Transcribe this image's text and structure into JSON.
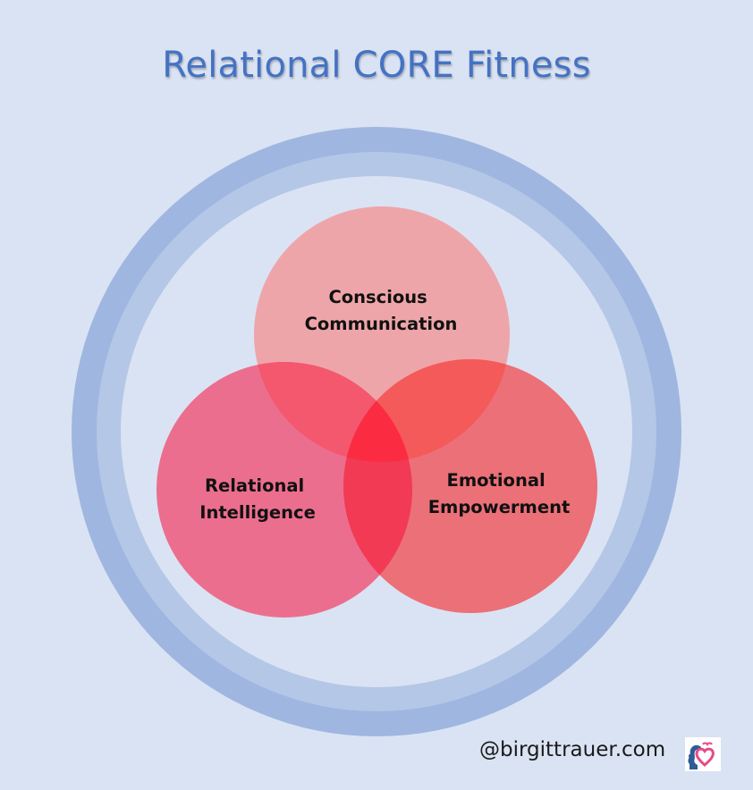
{
  "title": "Relational CORE Fitness",
  "circles": [
    {
      "id": "top",
      "label_lines": [
        "Conscious",
        "Communication"
      ],
      "color": "#eea5a9"
    },
    {
      "id": "left",
      "label_lines": [
        "Relational",
        "Intelligence"
      ],
      "color": "#ec6e8e"
    },
    {
      "id": "right",
      "label_lines": [
        "Emotional",
        "Empowerment"
      ],
      "color": "#ec7077"
    }
  ],
  "overlap_colors": {
    "top_left": "#f4586e",
    "top_right": "#f45a59",
    "left_right": "#f23a55",
    "center": "#fb2c42"
  },
  "ring_colors": {
    "outer": "#9fb6e0",
    "inner": "#b4c7e7",
    "fill": "#dae3f3"
  },
  "footer": {
    "handle": "@birgittrauer.com",
    "logo_icon": "head-heart-icon"
  }
}
